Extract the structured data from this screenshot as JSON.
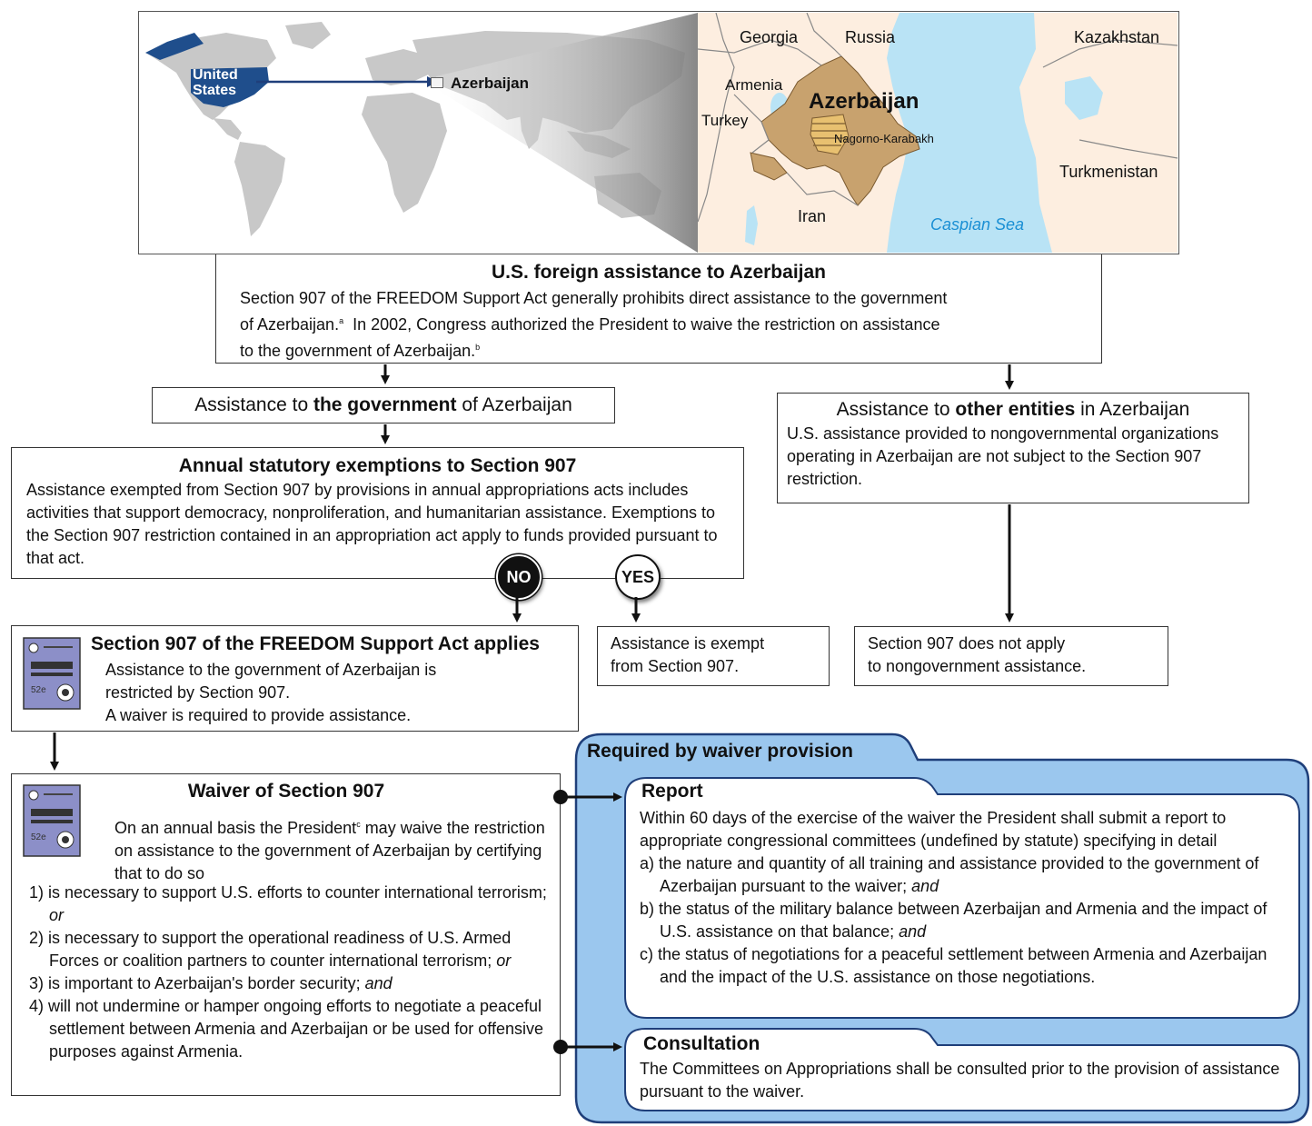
{
  "map": {
    "world_labels": {
      "us": "United States",
      "az": "Azerbaijan"
    },
    "inset_labels": {
      "georgia": "Georgia",
      "russia": "Russia",
      "kazakhstan": "Kazakhstan",
      "armenia": "Armenia",
      "azerbaijan": "Azerbaijan",
      "turkey": "Turkey",
      "nk": "Nagorno-Karabakh",
      "turkmenistan": "Turkmenistan",
      "iran": "Iran",
      "caspian": "Caspian Sea"
    },
    "colors": {
      "land": "#fdeee0",
      "water": "#b9e3f5",
      "azerbaijan": "#c8a26e",
      "us": "#1f4e8c",
      "world": "#c8c8c8"
    }
  },
  "intro": {
    "title": "U.S. foreign assistance to Azerbaijan",
    "line1": "Section 907 of the FREEDOM Support Act generally prohibits direct assistance to the government",
    "line2a": "of Azerbaijan.",
    "line2a_sup": "a",
    "line2b": "  In 2002, Congress authorized the President to waive the restriction on assistance",
    "line3a": "to the government of Azerbaijan.",
    "line3a_sup": "b"
  },
  "gov_box": {
    "pre": "Assistance to ",
    "bold": "the government",
    "post": " of Azerbaijan"
  },
  "other_box": {
    "pre": "Assistance to ",
    "bold": "other entities",
    "post": " in Azerbaijan",
    "text": "U.S. assistance provided to nongovernmental organizations operating in Azerbaijan are not subject to the Section 907 restriction."
  },
  "exemptions": {
    "title": "Annual statutory exemptions to Section 907",
    "text": "Assistance exempted from Section 907 by provisions in annual appropriations acts includes activities that support democracy, nonproliferation, and humanitarian assistance. Exemptions to the Section 907 restriction contained in an appropriation act apply to funds provided pursuant to that act."
  },
  "no_label": "NO",
  "yes_label": "YES",
  "applies": {
    "title": "Section 907 of the FREEDOM Support Act applies",
    "line1": "Assistance to the government of Azerbaijan is",
    "line2": "restricted by Section 907.",
    "line3": "A waiver is required to provide assistance."
  },
  "exempt_box": {
    "line1": "Assistance is exempt",
    "line2": "from Section 907."
  },
  "not_apply_box": {
    "line1": "Section 907 does not apply",
    "line2": "to nongovernment assistance."
  },
  "waiver": {
    "title": "Waiver of Section 907",
    "intro_a": "On an annual basis the President",
    "intro_sup": "c",
    "intro_b": " may waive the restriction on assistance to the government of Azerbaijan by certifying that to do so",
    "item1": "1) is necessary to support U.S. efforts to counter international terrorism; ",
    "item1_em": "or",
    "item2": "2) is necessary to support the operational readiness of U.S. Armed Forces or coalition partners to counter international terrorism; ",
    "item2_em": "or",
    "item3": "3) is important to Azerbaijan's border security; ",
    "item3_em": "and",
    "item4": "4) will not undermine or hamper ongoing efforts to negotiate a peaceful settlement between Armenia and Azerbaijan or be used for offensive purposes against Armenia."
  },
  "required": {
    "title": "Required by waiver provision",
    "report_title": "Report",
    "report_intro": "Within 60 days of the exercise of the waiver the President shall submit a report to appropriate congressional committees (undefined by statute) specifying in detail",
    "report_a": "a) the nature and quantity of all training and assistance provided to the government of Azerbaijan pursuant to the waiver; ",
    "report_a_em": "and",
    "report_b": "b) the status of the military balance between Azerbaijan and Armenia and the impact of U.S. assistance on that balance; ",
    "report_b_em": "and",
    "report_c": "c) the status of negotiations for a peaceful settlement between Armenia and Azerbaijan and the impact of the U.S. assistance on those negotiations.",
    "consult_title": "Consultation",
    "consult_text": "The Committees on Appropriations shall be consulted prior to the provision of assistance pursuant to the waiver."
  }
}
